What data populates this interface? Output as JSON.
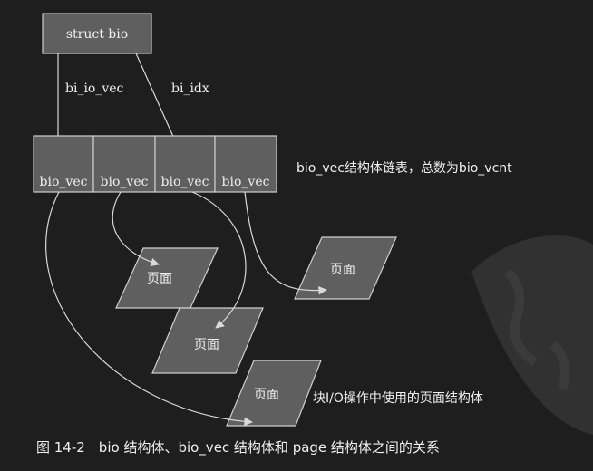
{
  "diagram": {
    "struct_bio_label": "struct bio",
    "arrow_bi_io_vec_label": "bi_io_vec",
    "arrow_bi_idx_label": "bi_idx",
    "bio_vec_cells": [
      "bio_vec",
      "bio_vec",
      "bio_vec",
      "bio_vec"
    ],
    "bio_vec_list_note": "bio_vec结构体链表，总数为bio_vcnt",
    "page_labels": [
      "页面",
      "页面",
      "页面",
      "页面"
    ],
    "io_pages_note": "块I/O操作中使用的页面结构体",
    "caption": "图 14-2　bio 结构体、bio_vec 结构体和 page 结构体之间的关系"
  },
  "colors": {
    "background": "#1e1e1e",
    "box_fill": "#5f5f5f",
    "box_stroke": "#cfcfcf",
    "line": "#d9d9d9",
    "text": "#efefef"
  }
}
